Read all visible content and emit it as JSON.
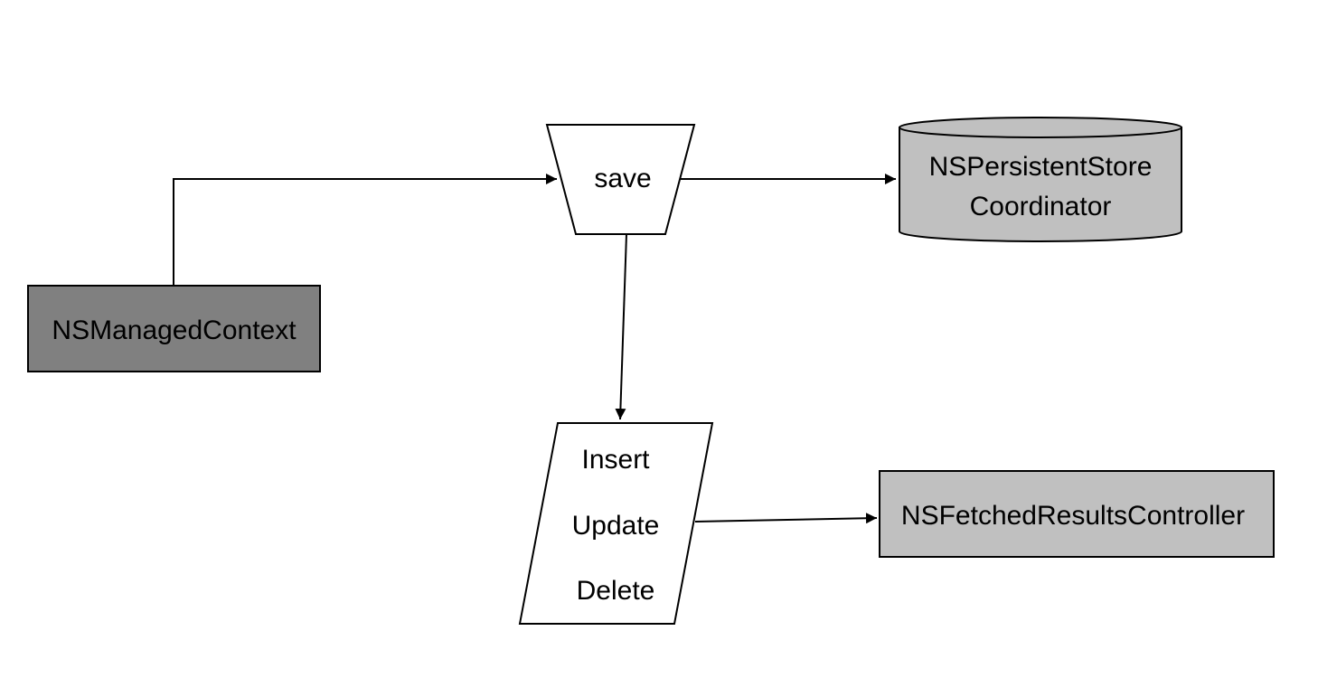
{
  "nodes": {
    "managed_context": {
      "label": "NSManagedContext",
      "fill": "#808080"
    },
    "save": {
      "label": "save",
      "fill": "#ffffff"
    },
    "store_coordinator": {
      "line1": "NSPersistentStore",
      "line2": "Coordinator",
      "fill": "#c0c0c0"
    },
    "changes": {
      "insert": "Insert",
      "update": "Update",
      "delete": "Delete",
      "fill": "#ffffff"
    },
    "fetched_results": {
      "label": "NSFetchedResultsController",
      "fill": "#c0c0c0"
    }
  },
  "colors": {
    "stroke": "#000000",
    "background": "#ffffff"
  }
}
